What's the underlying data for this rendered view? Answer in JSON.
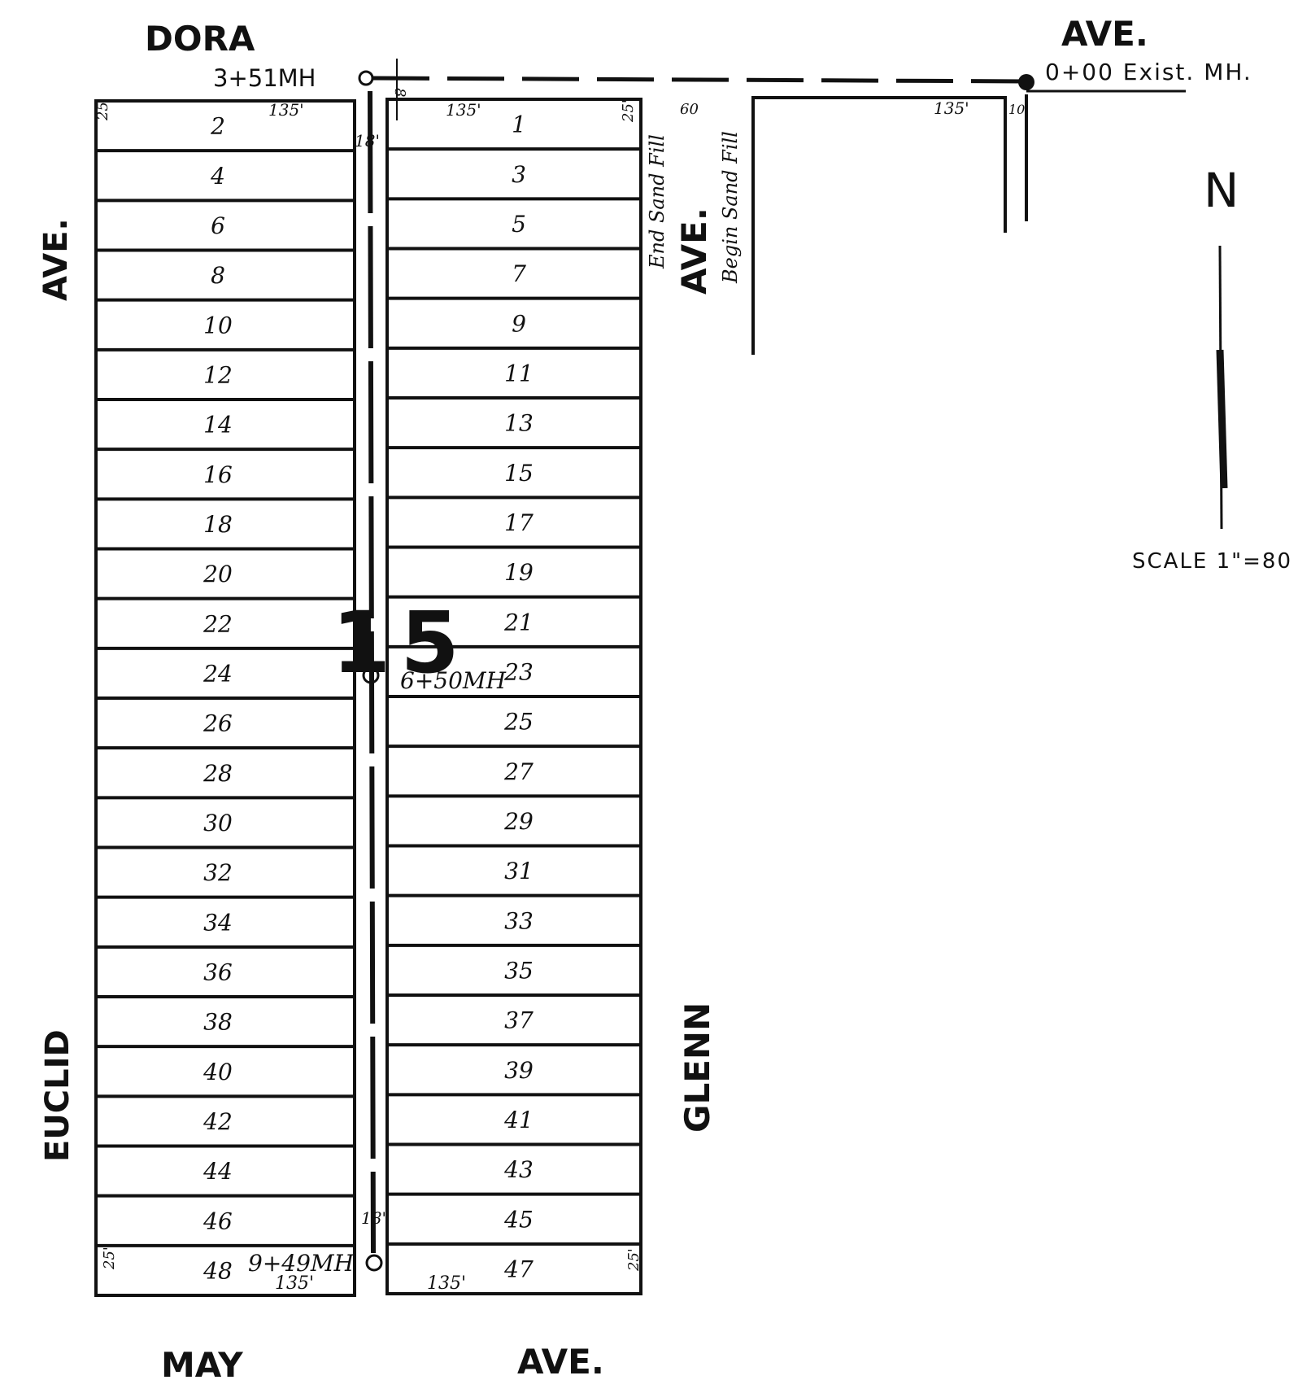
{
  "streets": {
    "dora": "DORA",
    "dora_ave": "AVE.",
    "euclid_ave": "AVE.",
    "euclid": "EUCLID",
    "glenn_ave": "AVE.",
    "glenn": "GLENN",
    "may": "MAY",
    "may_ave": "AVE."
  },
  "manholes": {
    "top": "3+51MH",
    "existing": "0+00 Exist. MH.",
    "middle": "6+50MH",
    "bottom": "9+49MH"
  },
  "dimensions": {
    "lot_depth": "135'",
    "lot_width": "25'",
    "alley_width": "18'",
    "offset": "8'",
    "street_width": "60",
    "small_offset": "10'"
  },
  "fill_notes": {
    "end": "End Sand Fill",
    "begin": "Begin Sand Fill"
  },
  "block_number": "15",
  "north_arrow": "N",
  "scale": "SCALE 1\"=80",
  "lots": {
    "west": [
      "2",
      "4",
      "6",
      "8",
      "10",
      "12",
      "14",
      "16",
      "18",
      "20",
      "22",
      "24",
      "26",
      "28",
      "30",
      "32",
      "34",
      "36",
      "38",
      "40",
      "42",
      "44",
      "46",
      "48"
    ],
    "east": [
      "1",
      "3",
      "5",
      "7",
      "9",
      "11",
      "13",
      "15",
      "17",
      "19",
      "21",
      "23",
      "25",
      "27",
      "29",
      "31",
      "33",
      "35",
      "37",
      "39",
      "41",
      "43",
      "45",
      "47"
    ]
  }
}
